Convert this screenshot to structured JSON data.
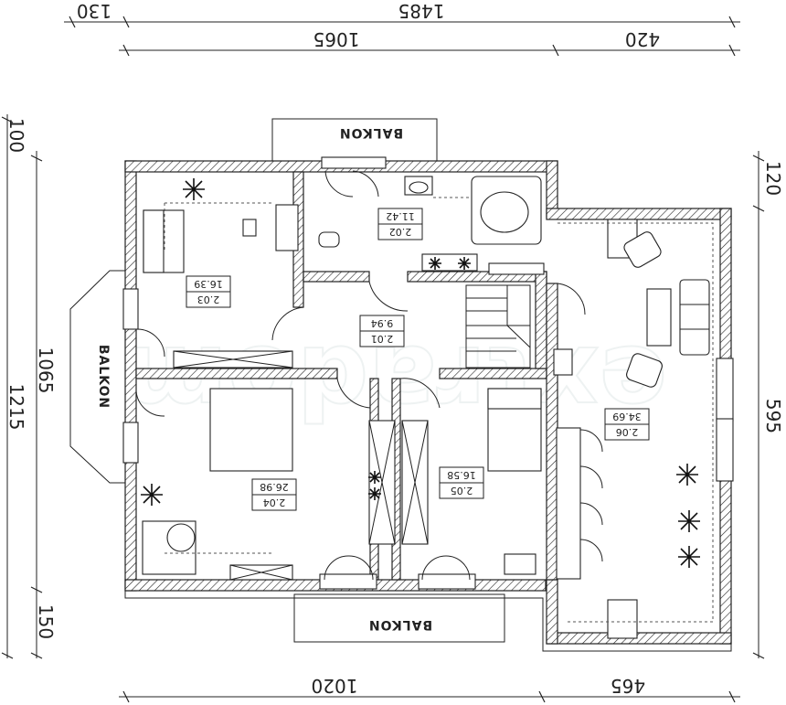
{
  "dimensions": {
    "top_total": "1485",
    "top_left_offset": "130",
    "top_main": "1065",
    "top_right": "420",
    "bottom_left": "1020",
    "bottom_right": "465",
    "left_outer": "1215",
    "left_top": "100",
    "left_main": "1065",
    "left_bottom": "150",
    "right_top": "120",
    "right_main": "595"
  },
  "balconies": {
    "top": "BALKON",
    "left": "BALKON",
    "bottom": "BALKON"
  },
  "rooms": [
    {
      "id": "2.01",
      "area": "9.94"
    },
    {
      "id": "2.02",
      "area": "11.42"
    },
    {
      "id": "2.03",
      "area": "16.39"
    },
    {
      "id": "2.04",
      "area": "26.98"
    },
    {
      "id": "2.05",
      "area": "16.58"
    },
    {
      "id": "2.06",
      "area": "34.69"
    }
  ]
}
